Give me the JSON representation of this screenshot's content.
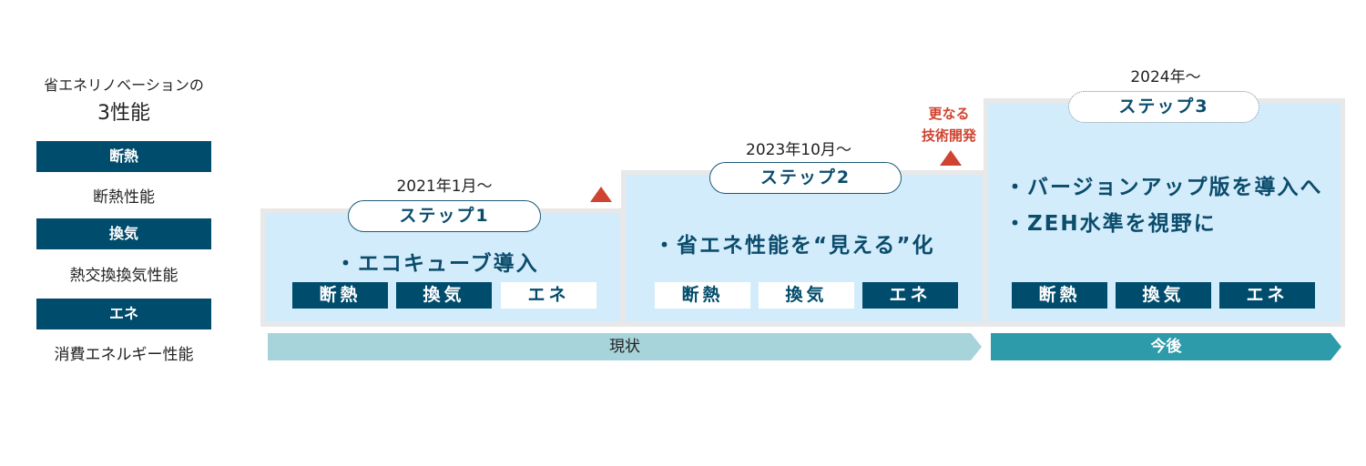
{
  "left": {
    "title_line1": "省エネリノベーションの",
    "title_line2": "3性能",
    "items": [
      {
        "tag": "断熱",
        "desc": "断熱性能"
      },
      {
        "tag": "換気",
        "desc": "熱交換換気性能"
      },
      {
        "tag": "エネ",
        "desc": "消費エネルギー性能"
      }
    ]
  },
  "steps": [
    {
      "date": "2021年1月〜",
      "label": "ステップ1",
      "lines": [
        "・エコキューブ導入"
      ],
      "chips": [
        {
          "label": "断熱",
          "active": true
        },
        {
          "label": "換気",
          "active": true
        },
        {
          "label": "エネ",
          "active": false
        }
      ]
    },
    {
      "date": "2023年10月〜",
      "label": "ステップ2",
      "lines": [
        "・省エネ性能を“見える”化"
      ],
      "chips": [
        {
          "label": "断熱",
          "active": false
        },
        {
          "label": "換気",
          "active": false
        },
        {
          "label": "エネ",
          "active": true
        }
      ]
    },
    {
      "date": "2024年〜",
      "label": "ステップ3",
      "lines": [
        "・バージョンアップ版を導入へ",
        "・ZEH水準を視野に"
      ],
      "chips": [
        {
          "label": "断熱",
          "active": true
        },
        {
          "label": "換気",
          "active": true
        },
        {
          "label": "エネ",
          "active": true
        }
      ]
    }
  ],
  "further_dev": {
    "line1": "更なる",
    "line2": "技術開発",
    "color": "#cf4431"
  },
  "timeline": {
    "current": "現状",
    "future": "今後"
  },
  "colors": {
    "dark": "#004c6c",
    "light_bg": "#d3ecfb",
    "current_bar": "#a7d3da",
    "future_bar": "#2e9bab"
  }
}
